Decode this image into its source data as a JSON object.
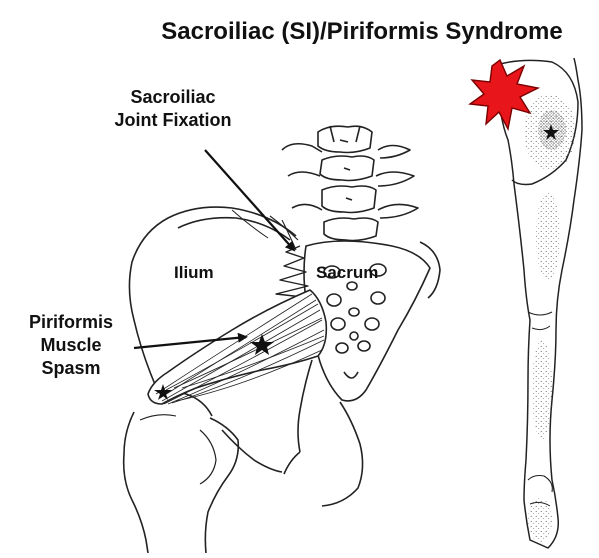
{
  "title": "Sacroiliac (SI)/Piriformis Syndrome",
  "labels": {
    "si_joint": [
      "Sacroiliac",
      "Joint Fixation"
    ],
    "ilium": "Ilium",
    "sacrum": "Sacrum",
    "piriformis": [
      "Piriformis",
      "Muscle",
      "Spasm"
    ]
  },
  "colors": {
    "pain_burst": "#e8151b",
    "line_art": "#222222",
    "text": "#111111"
  }
}
